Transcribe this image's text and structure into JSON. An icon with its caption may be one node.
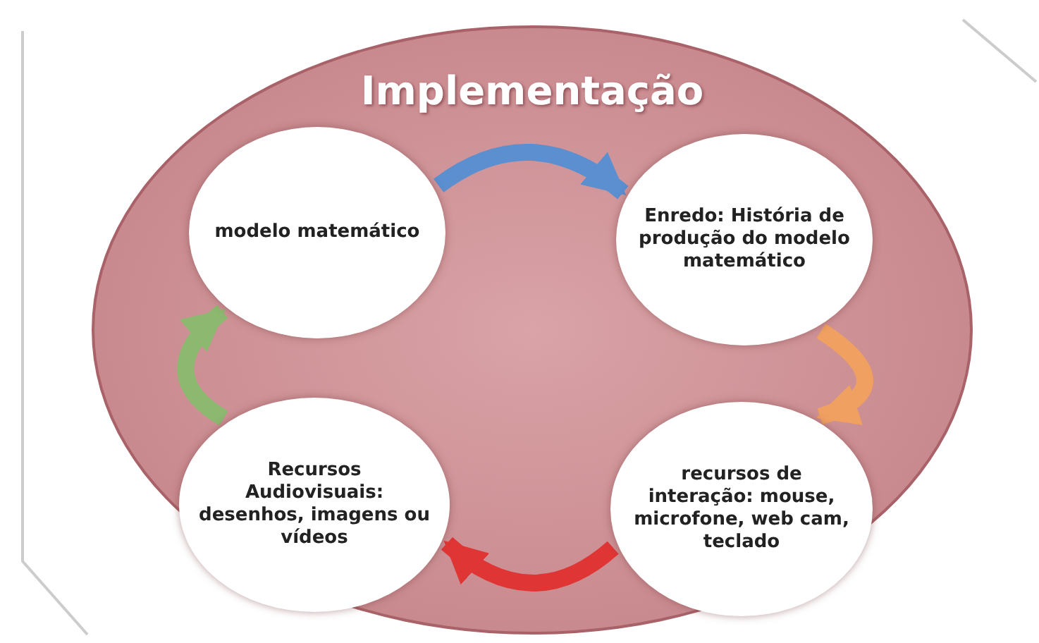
{
  "diagram": {
    "nodes": [
      {
        "text": [
          "Implementação"
        ]
      },
      {
        "text": [
          "modelo matemático"
        ],
        "in": 0
      },
      {
        "text": [
          "Enredo: História de produção do modelo matemático"
        ],
        "in": 0
      },
      {
        "text": [
          "Recursos Audiovisuais: desenhos, imagens ou vídeos"
        ],
        "in": 0
      },
      {
        "text": [
          "recursos de interação: mouse, microfone, web cam, teclado"
        ],
        "in": 0
      }
    ],
    "edges": [
      {
        "from": 1,
        "to": 2,
        "arrow": "to",
        "color": "#5b8fd0"
      },
      {
        "from": 2,
        "to": 4,
        "arrow": "to",
        "color": "#f0a060"
      },
      {
        "from": 4,
        "to": 3,
        "arrow": "to",
        "color": "#e03535"
      },
      {
        "from": 3,
        "to": 1,
        "arrow": "to",
        "color": "#8cb870"
      }
    ]
  }
}
